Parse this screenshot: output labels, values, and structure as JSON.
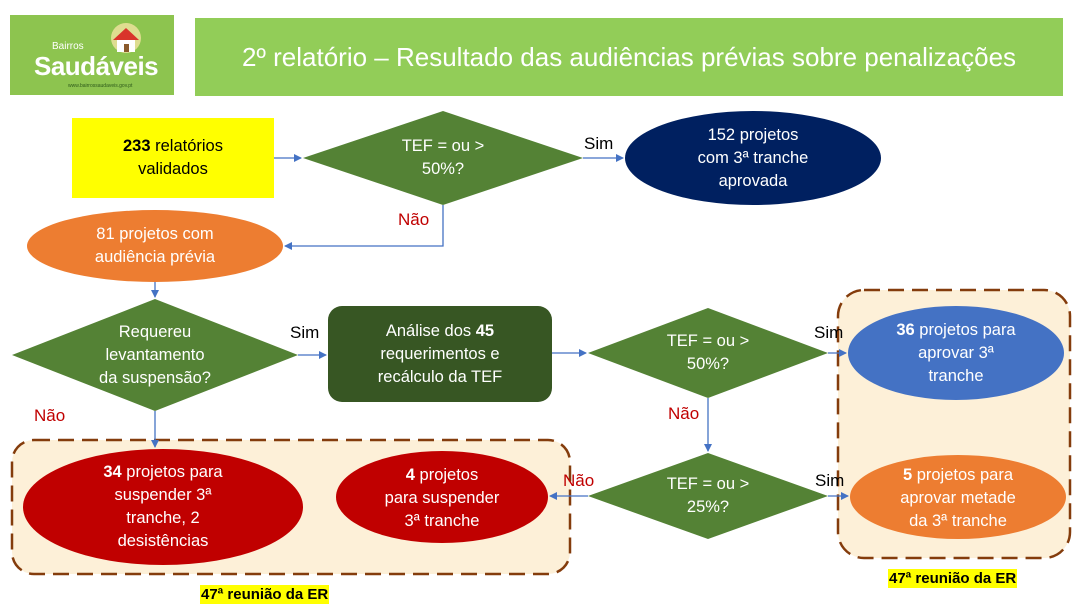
{
  "logo": {
    "small": "Bairros",
    "main": "Saudáveis",
    "url": "www.bairrossaudaveis.gov.pt"
  },
  "header": {
    "title": "2º relatório – Resultado das audiências prévias sobre penalizações"
  },
  "nodes": {
    "validated": {
      "bold": "233",
      "rest": " relatórios",
      "line2": "validados"
    },
    "decision1": {
      "line1": "TEF = ou >",
      "line2": "50%?"
    },
    "approved152": {
      "line1": "152 projetos",
      "line2": "com 3ª tranche",
      "line3": "aprovada"
    },
    "hearing81": {
      "line1": "81 projetos com",
      "line2": "audiência prévia"
    },
    "decision_request": {
      "line1": "Requereu",
      "line2": "levantamento",
      "line3": "da  suspensão?"
    },
    "analysis": {
      "pre": "Análise dos ",
      "bold": "45",
      "line2": "requerimentos e",
      "line3": "recálculo da TEF"
    },
    "decision2": {
      "line1": "TEF = ou >",
      "line2": "50%?"
    },
    "approve36": {
      "bold": "36",
      "rest": " projetos para",
      "line2": "aprovar 3ª",
      "line3": "tranche"
    },
    "decision3": {
      "line1": "TEF = ou >",
      "line2": "25%?"
    },
    "approve5": {
      "bold": "5",
      "rest": " projetos para",
      "line2": "aprovar metade",
      "line3": "da 3ª tranche"
    },
    "suspend34": {
      "bold": "34",
      "rest": " projetos para",
      "line2": "suspender 3ª",
      "line3": "tranche, 2",
      "line4": "desistências"
    },
    "suspend4": {
      "bold": "4",
      "rest": " projetos",
      "line2": "para suspender",
      "line3": "3ª tranche"
    }
  },
  "edge_labels": {
    "sim_top": "Sim",
    "nao_top": "Não",
    "sim_mid": "Sim",
    "nao_left": "Não",
    "sim_right": "Sim",
    "nao_mid": "Não",
    "nao_bottom": "Não",
    "sim_bottom": "Sim"
  },
  "meetings": {
    "left": "47ª reunião da ER",
    "right": "47ª reunião da ER"
  },
  "colors": {
    "green_bar": "#92cd58",
    "decision_green": "#548235",
    "dark_green_box": "#375623",
    "navy": "#002060",
    "blue": "#4472c4",
    "orange": "#ed7d31",
    "red": "#c00000",
    "yellow": "#ffff00",
    "group_fill": "#fdf0d8",
    "group_border": "#843c0c",
    "label_red": "#c00000"
  }
}
